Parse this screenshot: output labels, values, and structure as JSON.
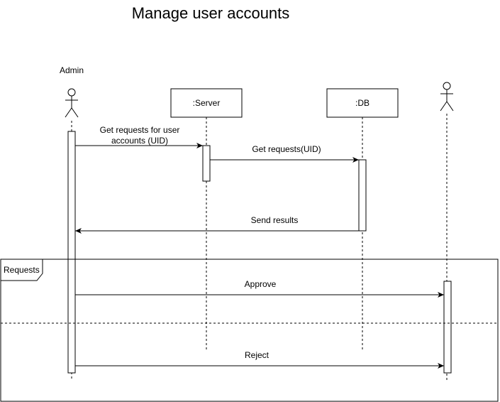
{
  "diagram": {
    "title": "Manage user accounts",
    "participants": {
      "admin": {
        "label": "Admin",
        "kind": "actor"
      },
      "server": {
        "label": ":Server",
        "kind": "object"
      },
      "db": {
        "label": ":DB",
        "kind": "object"
      },
      "user": {
        "label": "",
        "kind": "actor"
      }
    },
    "messages": [
      {
        "from": "admin",
        "to": "server",
        "label_line1": "Get requests for user",
        "label_line2": "accounts (UID)"
      },
      {
        "from": "server",
        "to": "db",
        "label": "Get requests(UID)"
      },
      {
        "from": "db",
        "to": "admin",
        "label": "Send results"
      },
      {
        "from": "admin",
        "to": "user",
        "label": "Approve"
      },
      {
        "from": "admin",
        "to": "user",
        "label": "Reject"
      }
    ],
    "fragment": {
      "label": "Requests"
    }
  }
}
